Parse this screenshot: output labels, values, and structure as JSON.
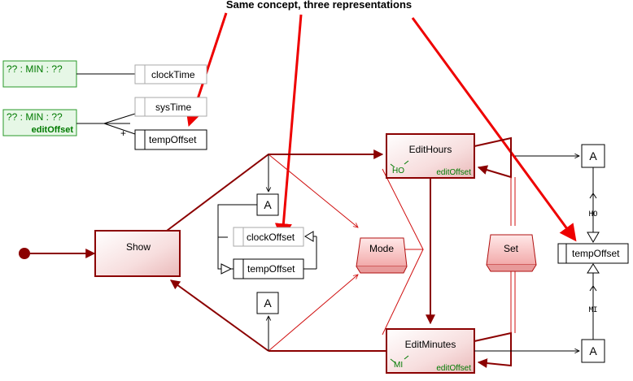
{
  "header": {
    "title": "Same concept, three representations"
  },
  "clock_patterns": [
    {
      "text": "?? :  MIN  : ??",
      "tag": ""
    },
    {
      "text": "?? :  MIN  : ??",
      "tag": "editOffset"
    }
  ],
  "top_fields": {
    "clock_time": "clockTime",
    "sys_time": "sysTime",
    "temp_offset": "tempOffset",
    "plus": "+"
  },
  "mid_fields": {
    "clock_offset": "clockOffset",
    "temp_offset": "tempOffset"
  },
  "state_boxes": {
    "a": "A"
  },
  "states": {
    "show": "Show",
    "edit_hours": {
      "label": "EditHours",
      "tag": "editOffset",
      "badge": "HO"
    },
    "edit_minutes": {
      "label": "EditMinutes",
      "tag": "editOffset",
      "badge": "MI"
    }
  },
  "buttons": {
    "mode": "Mode",
    "set": "Set"
  },
  "right_panel": {
    "temp_offset": "tempOffset",
    "ho": "HO",
    "mi": "MI"
  },
  "colors": {
    "arrow_red": "#ee0000",
    "dark_red": "#8b0000",
    "green": "#007a00",
    "state_fill": "#f5d5d5"
  }
}
